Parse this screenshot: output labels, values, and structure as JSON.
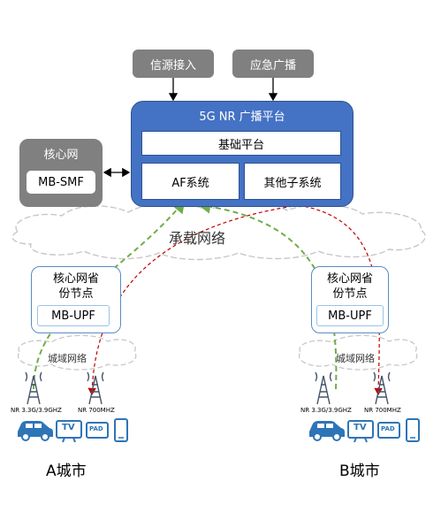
{
  "sources": {
    "signal_access": "信源接入",
    "emergency_broadcast": "应急广播"
  },
  "platform": {
    "title": "5G NR 广播平台",
    "base_platform": "基础平台",
    "af_system": "AF系统",
    "other_subsystems": "其他子系统"
  },
  "core_network": {
    "title": "核心网",
    "smf": "MB-SMF"
  },
  "bearer_network": "承载网络",
  "nodes": [
    {
      "title_line1": "核心网省",
      "title_line2": "份节点",
      "upf": "MB-UPF",
      "metro_network": "城域网络",
      "tower_left_label": "NR 3.3G/3.9GHZ",
      "tower_right_label": "NR 700MHZ",
      "city": "A城市"
    },
    {
      "title_line1": "核心网省",
      "title_line2": "份节点",
      "upf": "MB-UPF",
      "metro_network": "城域网络",
      "tower_left_label": "NR 3.3G/3.9GHZ",
      "tower_right_label": "NR 700MHZ",
      "city": "B城市"
    }
  ],
  "devices": {
    "tv": "TV",
    "pad": "PAD"
  },
  "colors": {
    "platform_blue": "#4472c4",
    "gray_box": "#808080",
    "green_path": "#70ad47",
    "red_path": "#c00000",
    "device_blue": "#2e75b6"
  }
}
